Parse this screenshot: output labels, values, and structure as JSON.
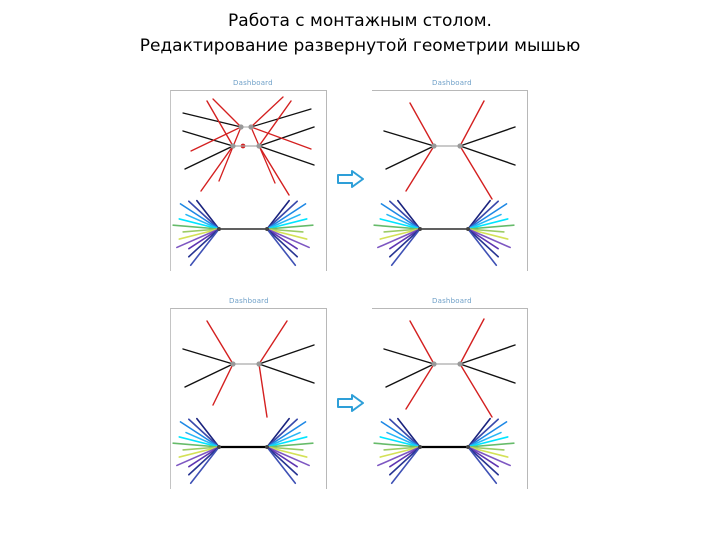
{
  "title": {
    "line1": "Работа с монтажным столом.",
    "line2": "Редактирование развернутой геометрии мышью"
  },
  "panels": [
    {
      "label": "Dashboard",
      "state": "before-edit"
    },
    {
      "label": "Dashboard",
      "state": "after-edit"
    },
    {
      "label": "Dashboard",
      "state": "before-edit"
    },
    {
      "label": "Dashboard",
      "state": "after-edit"
    }
  ],
  "arrows": [
    {
      "icon": "right-arrow-icon"
    },
    {
      "icon": "right-arrow-icon"
    }
  ],
  "colors": {
    "edited_edges": "#d42020",
    "base_edges": "#111111",
    "spine": "#000000",
    "node": "#999999",
    "arrow": "#2e9fd8",
    "fan": [
      "#1a237e",
      "#3949ab",
      "#1e88e5",
      "#29b6f6",
      "#00e5ff",
      "#66bb6a",
      "#9ccc65",
      "#d4e157",
      "#7e57c2",
      "#5e35b1",
      "#283593",
      "#3f51b5"
    ]
  }
}
